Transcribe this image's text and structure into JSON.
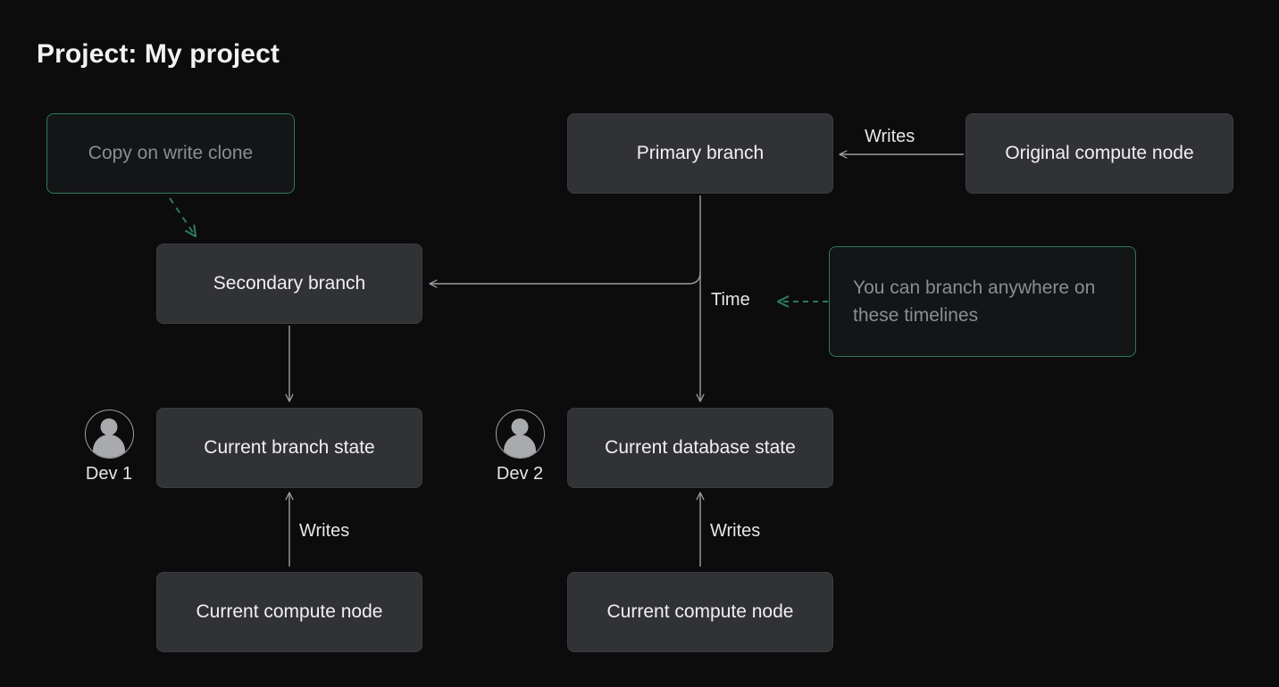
{
  "page": {
    "title": "Project: My project",
    "background_color": "#0c0c0c"
  },
  "colors": {
    "accent_green": "#2e7a5b",
    "node_fill": "#313235",
    "node_border": "#3b3c3f",
    "ghost_fill": "#131516",
    "text_primary": "#f0f0f1",
    "text_muted": "#8b8d90",
    "edge_stroke": "#9b9da1"
  },
  "nodes": {
    "copy_on_write_clone": {
      "label": "Copy on write clone",
      "style": "ghost"
    },
    "primary_branch": {
      "label": "Primary branch",
      "style": "solid"
    },
    "original_compute_node": {
      "label": "Original compute node",
      "style": "solid"
    },
    "secondary_branch": {
      "label": "Secondary branch",
      "style": "solid"
    },
    "branch_anywhere_note": {
      "label": "You can branch anywhere on these timelines",
      "style": "ghost"
    },
    "current_branch_state": {
      "label": "Current branch state",
      "style": "solid"
    },
    "current_database_state": {
      "label": "Current database state",
      "style": "solid"
    },
    "current_compute_node_left": {
      "label": "Current compute node",
      "style": "solid"
    },
    "current_compute_node_right": {
      "label": "Current compute node",
      "style": "solid"
    }
  },
  "avatars": [
    {
      "label": "Dev 1",
      "icon": "user-avatar-icon"
    },
    {
      "label": "Dev 2",
      "icon": "user-avatar-icon"
    }
  ],
  "edge_labels": {
    "writes_top": "Writes",
    "time": "Time",
    "writes_left": "Writes",
    "writes_right": "Writes"
  }
}
